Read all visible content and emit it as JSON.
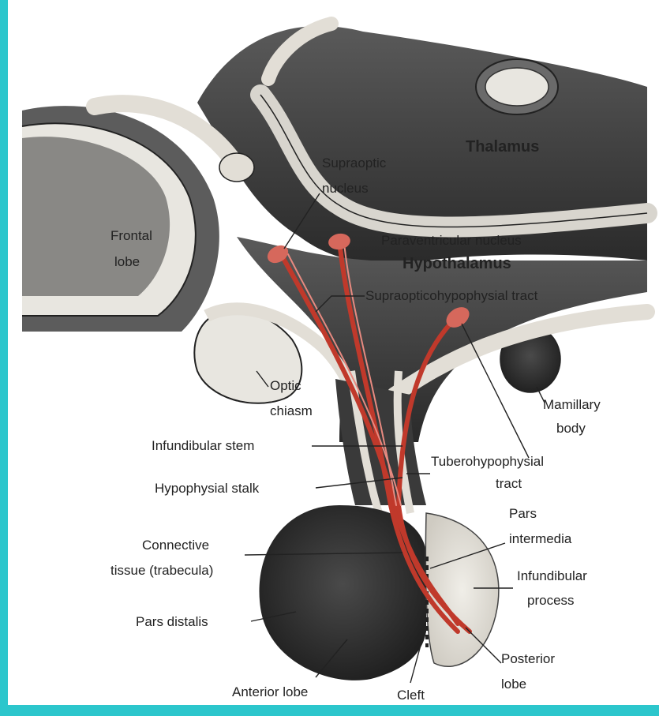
{
  "colors": {
    "border": "#2cc6cc",
    "tissue_dark": "#2c2c2c",
    "tissue_light": "#e6e3dc",
    "tract_red": "#c0392b"
  },
  "labels": {
    "thalamus": "Thalamus",
    "supraoptic_1": "Supraoptic",
    "supraoptic_2": "nucleus",
    "frontal_1": "Frontal",
    "frontal_2": "lobe",
    "paraventricular": "Paraventricular nucleus",
    "hypothalamus": "Hypothalamus",
    "supraopticohypophysial": "Supraopticohypophysial tract",
    "optic_1": "Optic",
    "optic_2": "chiasm",
    "mamillary_1": "Mamillary",
    "mamillary_2": "body",
    "infundibular_stem": "Infundibular stem",
    "tuberohypophysial_1": "Tuberohypophysial",
    "tuberohypophysial_2": "tract",
    "hypophysial_stalk": "Hypophysial stalk",
    "pars_1": "Pars",
    "pars_2": "intermedia",
    "connective_1": "Connective",
    "connective_2": "tissue (trabecula)",
    "infundibular_process_1": "Infundibular",
    "infundibular_process_2": "process",
    "pars_distalis": "Pars distalis",
    "posterior_1": "Posterior",
    "posterior_2": "lobe",
    "anterior_lobe": "Anterior lobe",
    "cleft": "Cleft"
  }
}
